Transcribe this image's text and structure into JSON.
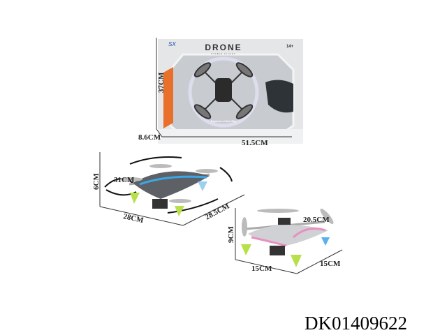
{
  "product_code": "DK01409622",
  "box": {
    "brand_title": "DRONE",
    "subtitle": "STABLE FLIGHT",
    "age_label": "14+",
    "tagline": "Explorer of the Sky",
    "height_label": "37CM",
    "depth_label": "8.6CM",
    "width_label": "51.5CM"
  },
  "drone_large": {
    "height_label": "6CM",
    "diagonal_label": "31CM",
    "length_label": "28CM",
    "width_label": "28.5CM"
  },
  "drone_small": {
    "height_label": "9CM",
    "diagonal_label": "20.5CM",
    "length_label": "15CM",
    "width_label": "15CM"
  },
  "colors": {
    "accent_orange": "#e8702a",
    "led_blue": "#3aa8e8",
    "led_green": "#b8e04a",
    "led_pink": "#e890c0"
  }
}
